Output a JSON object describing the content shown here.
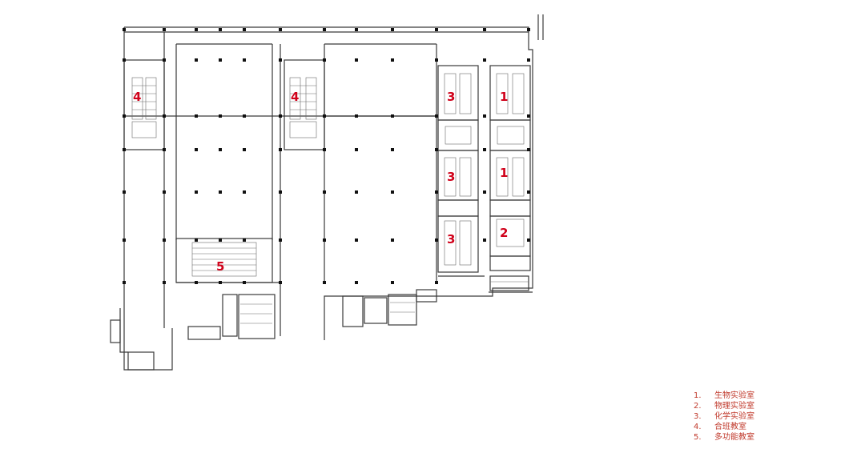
{
  "colors": {
    "line": "#3a3a3a",
    "accent": "#d0021b",
    "legend_text": "#c0392b"
  },
  "room_labels": [
    {
      "text": "4"
    },
    {
      "text": "4"
    },
    {
      "text": "3"
    },
    {
      "text": "1"
    },
    {
      "text": "3"
    },
    {
      "text": "1"
    },
    {
      "text": "3"
    },
    {
      "text": "2"
    },
    {
      "text": "5"
    }
  ],
  "legend": [
    {
      "num": "1.",
      "label": "生物实验室"
    },
    {
      "num": "2.",
      "label": "物理实验室"
    },
    {
      "num": "3.",
      "label": "化学实验室"
    },
    {
      "num": "4.",
      "label": "合班教室"
    },
    {
      "num": "5.",
      "label": "多功能教室"
    }
  ]
}
